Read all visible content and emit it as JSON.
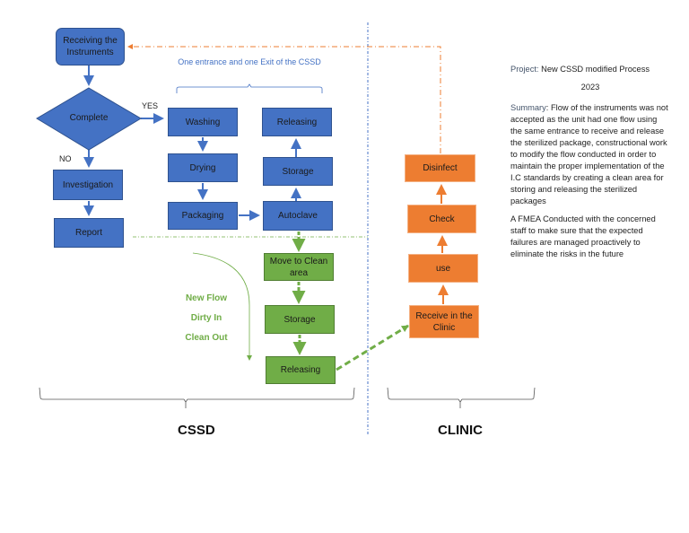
{
  "colors": {
    "blue": "#4472c4",
    "green": "#70ad47",
    "orange": "#ed7d31",
    "divider": "#4472c4",
    "accent_text": "#44546a"
  },
  "cssd_flow": {
    "receiving": "Receiving the Instruments",
    "decision": "Complete",
    "yes_label": "YES",
    "no_label": "NO",
    "investigation": "Investigation",
    "report": "Report",
    "washing": "Washing",
    "drying": "Drying",
    "packaging": "Packaging",
    "autoclave": "Autoclave",
    "storage": "Storage",
    "releasing": "Releasing",
    "bracket_note": "One entrance and one Exit of the CSSD"
  },
  "new_flow": {
    "move_clean": "Move to Clean area",
    "storage": "Storage",
    "releasing": "Releasing",
    "note_line1": "New Flow",
    "note_line2": "Dirty In",
    "note_line3": "Clean Out"
  },
  "clinic_flow": {
    "receive": "Receive in the Clinic",
    "use": "use",
    "check": "Check",
    "disinfect": "Disinfect"
  },
  "sections": {
    "cssd": "CSSD",
    "clinic": "CLINIC"
  },
  "side_panel": {
    "project_label": "Project:",
    "project_value": " New CSSD modified Process",
    "year": "2023",
    "summary_label": "Summary",
    "summary_text": ": Flow of the instruments was not accepted as the unit had one flow using the same entrance to receive and release the sterilized package, constructional work to modify the flow conducted in order to maintain the proper implementation of the I.C standards by creating a clean area for storing and releasing the sterilized packages",
    "fmea_text": "A FMEA Conducted with the concerned staff to make sure that the expected failures are managed proactively to eliminate the risks in the future"
  }
}
